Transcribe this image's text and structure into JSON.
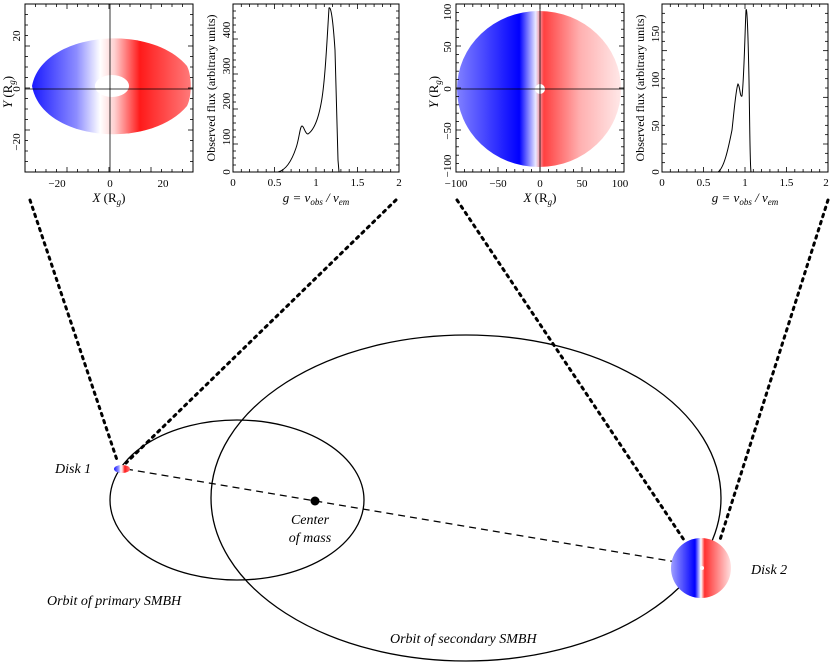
{
  "colors": {
    "approaching": "#1010ff",
    "receding": "#ff2020",
    "line": "#000000"
  },
  "disk1": {
    "label": "Disk 1",
    "map": {
      "xlabel_var": "X",
      "ylabel_var": "Y",
      "unit_open": " (R",
      "unit_sub": "g",
      "unit_close": ")",
      "xticks": [
        "−20",
        "0",
        "20"
      ],
      "yticks": [
        "20",
        "0",
        "−20"
      ]
    },
    "profile": {
      "ylabel": "Observed flux (arbitrary units)",
      "xlabel_g": "g = v",
      "xlabel_sub1": "obs",
      "xlabel_slash": " / v",
      "xlabel_sub2": "em",
      "xticks": [
        "0",
        "0.5",
        "1",
        "1.5",
        "2"
      ],
      "yticks": [
        "0",
        "100",
        "200",
        "300",
        "400"
      ]
    }
  },
  "disk2": {
    "label": "Disk 2",
    "map": {
      "xlabel_var": "X",
      "ylabel_var": "Y",
      "unit_open": " (R",
      "unit_sub": "g",
      "unit_close": ")",
      "xticks": [
        "−100",
        "−50",
        "0",
        "50",
        "100"
      ],
      "yticks": [
        "100",
        "50",
        "0",
        "−50",
        "−100"
      ]
    },
    "profile": {
      "ylabel": "Observed flux (arbitrary units)",
      "xlabel_g": "g = v",
      "xlabel_sub1": "obs",
      "xlabel_slash": " / v",
      "xlabel_sub2": "em",
      "xticks": [
        "0",
        "0.5",
        "1",
        "1.5",
        "2"
      ],
      "yticks": [
        "0",
        "50",
        "100",
        "150"
      ]
    }
  },
  "orbit_diagram": {
    "center_label_1": "Center",
    "center_label_2": "of mass",
    "orbit_primary_label": "Orbit of primary SMBH",
    "orbit_secondary_label": "Orbit of secondary SMBH"
  }
}
